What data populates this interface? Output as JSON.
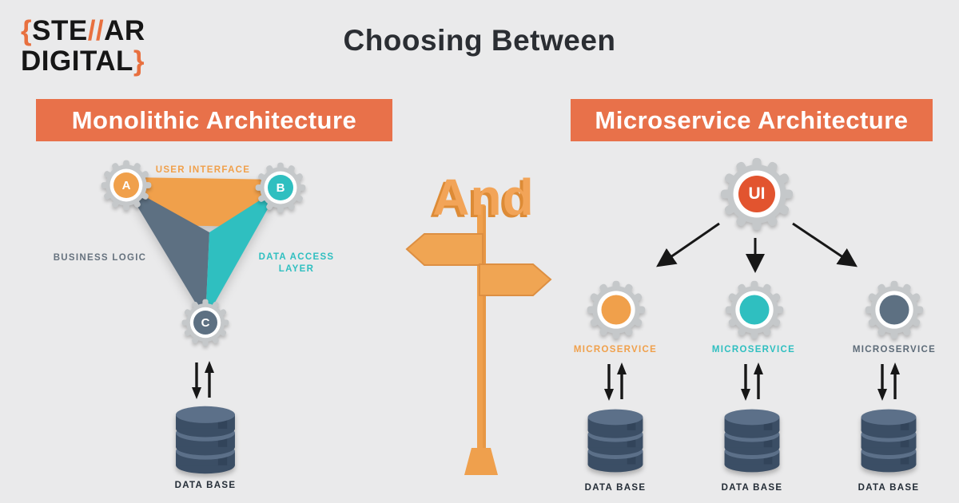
{
  "colors": {
    "background": "#eaeaeb",
    "banner_orange": "#e8714a",
    "accent_orange": "#f0a04b",
    "accent_teal": "#2fbfc0",
    "accent_slate": "#5d7082",
    "ui_circle_red": "#e2542f",
    "database_navy": "#3b4e65",
    "arrow_black": "#171717"
  },
  "logo": {
    "brace_open": "{",
    "word1_a": "STE",
    "word1_slashes": "//",
    "word1_b": "AR",
    "word2": "DIGITAL",
    "brace_close": "}"
  },
  "header": {
    "title": "Choosing Between"
  },
  "center": {
    "and_label": "And"
  },
  "monolithic": {
    "banner": "Monolithic Architecture",
    "gear_a": "A",
    "gear_b": "B",
    "gear_c": "C",
    "label_user_interface": "USER INTERFACE",
    "label_business_logic": "BUSINESS LOGIC",
    "label_data_access_1": "DATA ACCESS",
    "label_data_access_2": "LAYER",
    "database_label": "DATA BASE"
  },
  "microservice": {
    "banner": "Microservice Architecture",
    "ui_label": "UI",
    "services": [
      {
        "label": "MICROSERVICE",
        "database_label": "DATA BASE",
        "color": "#f0a04b"
      },
      {
        "label": "MICROSERVICE",
        "database_label": "DATA BASE",
        "color": "#2fbfc0"
      },
      {
        "label": "MICROSERVICE",
        "database_label": "DATA BASE",
        "color": "#5d7082"
      }
    ]
  }
}
